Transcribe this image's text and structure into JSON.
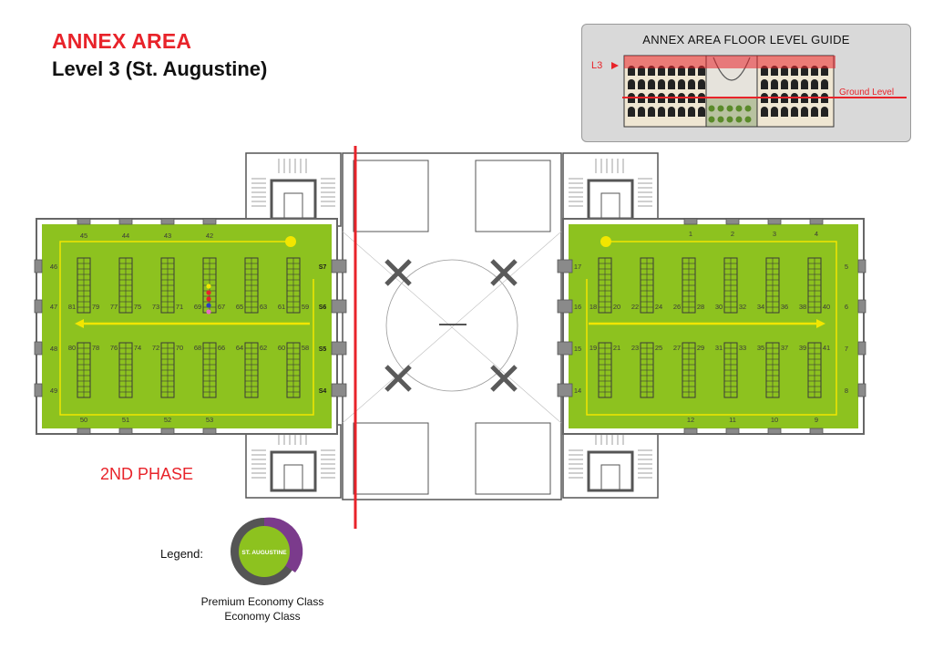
{
  "header": {
    "title": "ANNEX AREA",
    "subtitle": "Level 3 (St. Augustine)"
  },
  "guide": {
    "title": "ANNEX AREA FLOOR LEVEL GUIDE",
    "level_marker": "L3",
    "ground_label": "Ground Level"
  },
  "phase_label": "2ND PHASE",
  "legend": {
    "label": "Legend:",
    "ring_label": "ST. AUGUSTINE",
    "classes": [
      "Premium Economy Class",
      "Economy Class"
    ]
  },
  "colors": {
    "accent_red": "#e8232a",
    "premium": "#7b3b8c",
    "economy": "#555555",
    "zone": "#8dc21f",
    "path": "#f2e600"
  },
  "left_wing": {
    "top_niches": [
      "45",
      "44",
      "43",
      "42"
    ],
    "bottom_niches": [
      "50",
      "51",
      "52",
      "53"
    ],
    "side_niches": [
      "46",
      "47",
      "48",
      "49"
    ],
    "row_top": [
      "81",
      "79",
      "77",
      "75",
      "73",
      "71",
      "69",
      "67",
      "65",
      "63",
      "61",
      "59"
    ],
    "row_bottom": [
      "80",
      "78",
      "76",
      "74",
      "72",
      "70",
      "68",
      "66",
      "64",
      "62",
      "60",
      "58"
    ],
    "stairs": [
      "S7",
      "S6",
      "S5",
      "S4"
    ]
  },
  "right_wing": {
    "top_niches": [
      "1",
      "2",
      "3",
      "4"
    ],
    "bottom_niches": [
      "12",
      "11",
      "10",
      "9"
    ],
    "side_niches": [
      "5",
      "6",
      "7",
      "8"
    ],
    "left_niches": [
      "17",
      "16",
      "15",
      "14"
    ],
    "row_top": [
      "18",
      "20",
      "22",
      "24",
      "26",
      "28",
      "30",
      "32",
      "34",
      "36",
      "38",
      "40"
    ],
    "row_bottom": [
      "19",
      "21",
      "23",
      "25",
      "27",
      "29",
      "31",
      "33",
      "35",
      "37",
      "39",
      "41"
    ]
  }
}
